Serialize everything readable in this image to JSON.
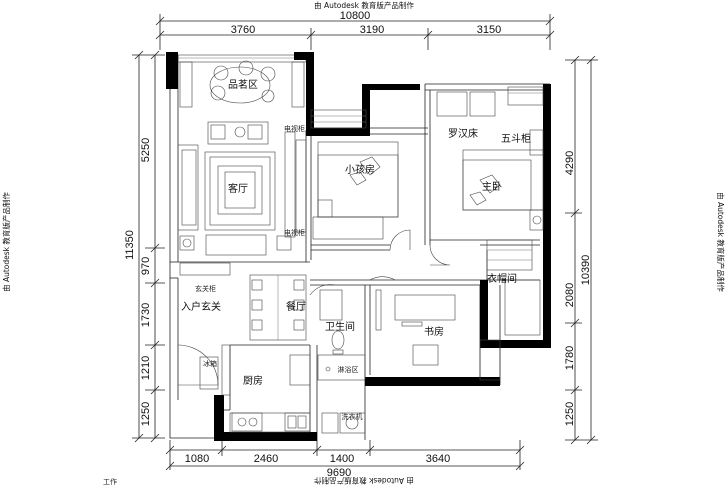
{
  "watermark": "由 Autodesk 教育版产品制作",
  "watermark_bottom": "由 Autodesk 教育版产品制作",
  "bottom_corner_text": "工作",
  "dimensions": {
    "top_total": "10800",
    "top_segments": [
      "3760",
      "3190",
      "3150"
    ],
    "bottom_total": "9690",
    "bottom_segments": [
      "1080",
      "2460",
      "1400",
      "3640"
    ],
    "left_total": "11350",
    "left_segments": [
      "5250",
      "970",
      "1730",
      "1210",
      "1250"
    ],
    "right_total": "10390",
    "right_segments": [
      "4290",
      "2080",
      "1780",
      "1250"
    ]
  },
  "rooms": {
    "tea_room": "品茗区",
    "living_room": "客厅",
    "kids_room": "小孩房",
    "master_bedroom": "主卧",
    "arhat_bed": "罗汉床",
    "chest": "五斗柜",
    "closet": "衣帽间",
    "entry_cabinet": "玄关柜",
    "entrance": "入户玄关",
    "dining": "餐厅",
    "bathroom": "卫生间",
    "shower": "淋浴区",
    "study": "书房",
    "kitchen": "厨房",
    "fridge": "冰箱",
    "washer": "洗衣机",
    "tv_cabinet_a": "电视柜",
    "tv_cabinet_b": "电视柜"
  }
}
